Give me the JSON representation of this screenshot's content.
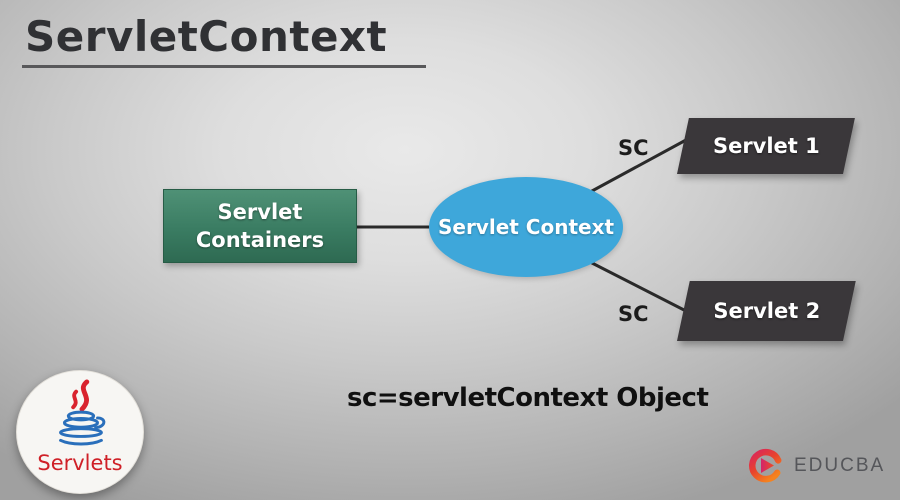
{
  "title": "ServletContext",
  "diagram": {
    "container": {
      "lines": [
        "Servlet",
        "Containers"
      ]
    },
    "context": {
      "label": "Servlet Context"
    },
    "servlet1": {
      "label": "Servlet 1"
    },
    "servlet2": {
      "label": "Servlet 2"
    },
    "sc_label_top": "SC",
    "sc_label_bottom": "SC",
    "caption": "sc=servletContext Object"
  },
  "badges": {
    "java": {
      "label": "Servlets",
      "icon": "java-coffee-cup-icon"
    },
    "educba": {
      "wordmark": "EDUCBA",
      "icon": "educba-play-swirl-icon"
    }
  },
  "colors": {
    "background_center": "#e9e9e9",
    "background_edge": "#a0a0a0",
    "title_text": "#303134",
    "container_green": "#3a7c62",
    "context_blue": "#3ea7da",
    "servlet_dark": "#3a373a",
    "connector_line": "#2a2a2a",
    "servlets_red": "#cf2027",
    "educba_red": "#e8432d",
    "educba_orange": "#f5821f",
    "educba_pink": "#d9265c",
    "wordmark_gray": "#55565a"
  }
}
